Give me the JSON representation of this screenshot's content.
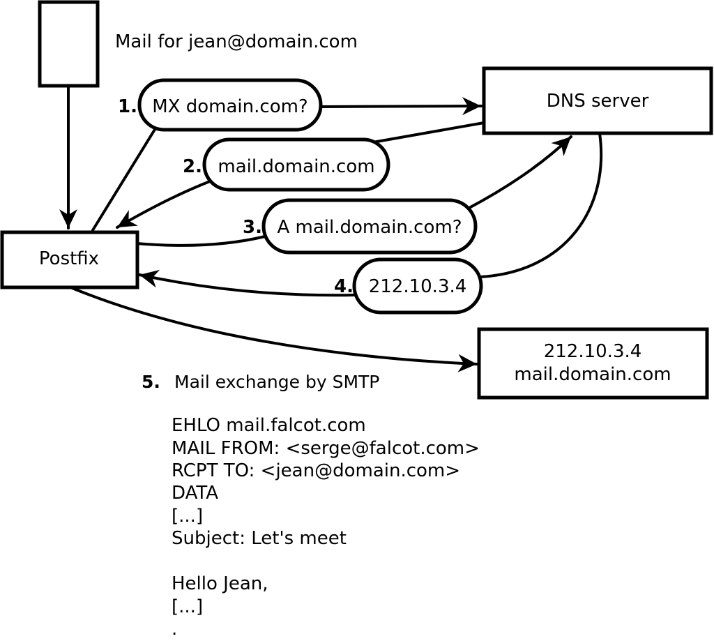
{
  "diagram": {
    "mail_note": "Mail for jean@domain.com",
    "postfix_label": "Postfix",
    "dns_label": "DNS server",
    "mail_server": {
      "line1": "212.10.3.4",
      "line2": "mail.domain.com"
    },
    "steps": [
      {
        "num": "1.",
        "label": "MX domain.com?"
      },
      {
        "num": "2.",
        "label": "mail.domain.com"
      },
      {
        "num": "3.",
        "label": "A mail.domain.com?"
      },
      {
        "num": "4.",
        "label": "212.10.3.4"
      },
      {
        "num": "5.",
        "label": "Mail exchange by SMTP"
      }
    ],
    "smtp_session": [
      "EHLO mail.falcot.com",
      "MAIL FROM: <serge@falcot.com>",
      "RCPT TO: <jean@domain.com>",
      "DATA",
      "[...]",
      "Subject: Let's meet",
      "",
      "Hello Jean,",
      "[...]",
      "."
    ],
    "colors": {
      "stroke": "#000000",
      "fill": "#ffffff",
      "text": "#000000",
      "background": "#ffffff"
    }
  }
}
